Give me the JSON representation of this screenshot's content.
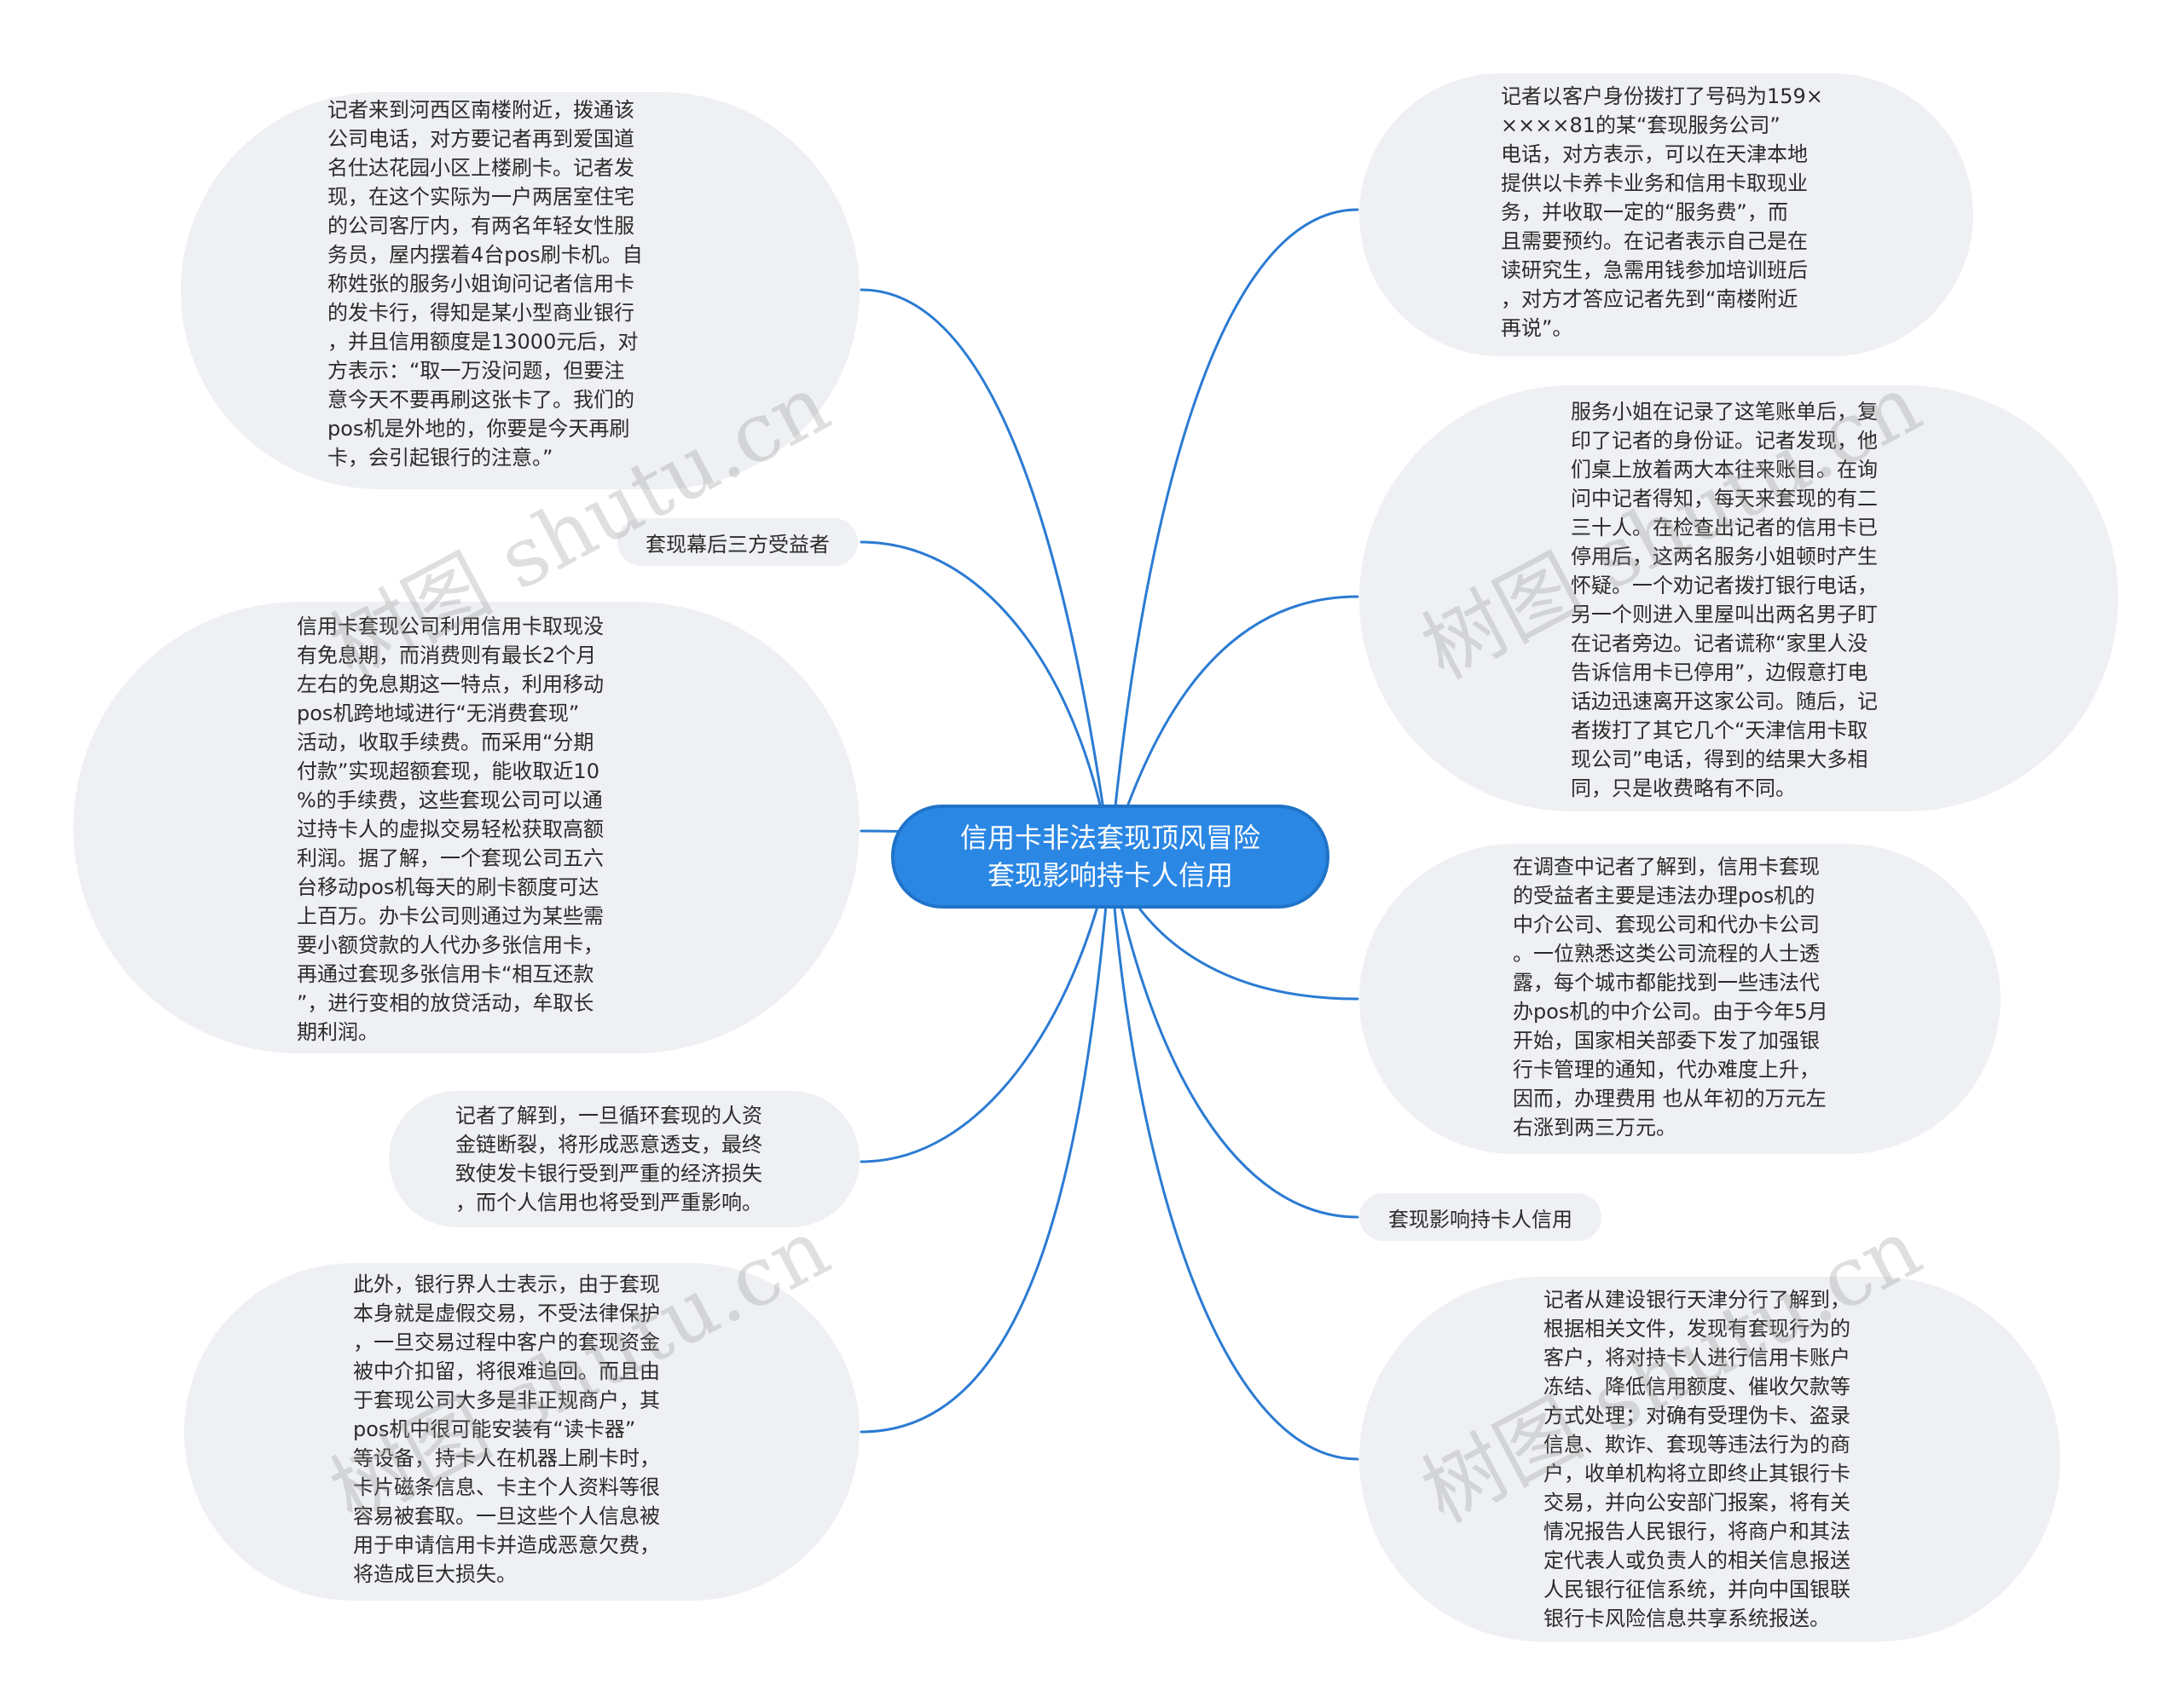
{
  "root": {
    "line1": "信用卡非法套现顶风冒险",
    "line2": "套现影响持卡人信用"
  },
  "labels": {
    "left_label": "套现幕后三方受益者",
    "right_label": "套现影响持卡人信用"
  },
  "nodes": {
    "left_top": "记者来到河西区南楼附近，拨通该\n公司电话，对方要记者再到爱国道\n名仕达花园小区上楼刷卡。记者发\n现，在这个实际为一户两居室住宅\n的公司客厅内，有两名年轻女性服\n务员，屋内摆着4台pos刷卡机。自\n称姓张的服务小姐询问记者信用卡\n的发卡行，得知是某小型商业银行\n，并且信用额度是13000元后，对\n方表示：“取一万没问题，但要注\n意今天不要再刷这张卡了。我们的\npos机是外地的，你要是今天再刷\n卡，会引起银行的注意。”",
    "left_mid": "信用卡套现公司利用信用卡取现没\n有免息期，而消费则有最长2个月\n左右的免息期这一特点，利用移动\npos机跨地域进行“无消费套现”\n活动，收取手续费。而采用“分期\n付款”实现超额套现，能收取近10\n%的手续费，这些套现公司可以通\n过持卡人的虚拟交易轻松获取高额\n利润。据了解，一个套现公司五六\n台移动pos机每天的刷卡额度可达\n上百万。办卡公司则通过为某些需\n要小额贷款的人代办多张信用卡，\n再通过套现多张信用卡“相互还款\n”，进行变相的放贷活动，牟取长\n期利润。",
    "left_small": "记者了解到，一旦循环套现的人资\n金链断裂，将形成恶意透支，最终\n致使发卡银行受到严重的经济损失\n，而个人信用也将受到严重影响。",
    "left_bottom": "此外，银行界人士表示，由于套现\n本身就是虚假交易，不受法律保护\n，一旦交易过程中客户的套现资金\n被中介扣留，将很难追回。而且由\n于套现公司大多是非正规商户，其\npos机中很可能安装有“读卡器”\n等设备，持卡人在机器上刷卡时，\n卡片磁条信息、卡主个人资料等很\n容易被套取。一旦这些个人信息被\n用于申请信用卡并造成恶意欠费，\n将造成巨大损失。",
    "right_top": "记者以客户身份拨打了号码为159×\n××××81的某“套现服务公司”\n电话，对方表示，可以在天津本地\n提供以卡养卡业务和信用卡取现业\n务，并收取一定的“服务费”，而\n且需要预约。在记者表示自己是在\n读研究生，急需用钱参加培训班后\n，对方才答应记者先到“南楼附近\n再说”。",
    "right_mid": "服务小姐在记录了这笔账单后，复\n印了记者的身份证。记者发现，他\n们桌上放着两大本往来账目。在询\n问中记者得知，每天来套现的有二\n三十人。在检查出记者的信用卡已\n停用后，这两名服务小姐顿时产生\n怀疑。一个劝记者拨打银行电话，\n另一个则进入里屋叫出两名男子盯\n在记者旁边。记者谎称“家里人没\n告诉信用卡已停用”，边假意打电\n话边迅速离开这家公司。随后，记\n者拨打了其它几个“天津信用卡取\n现公司”电话，得到的结果大多相\n同，只是收费略有不同。",
    "right_lower": "在调查中记者了解到，信用卡套现\n的受益者主要是违法办理pos机的\n中介公司、套现公司和代办卡公司\n。一位熟悉这类公司流程的人士透\n露，每个城市都能找到一些违法代\n办pos机的中介公司。由于今年5月\n开始，国家相关部委下发了加强银\n行卡管理的通知，代办难度上升，\n因而，办理费用 也从年初的万元左\n右涨到两三万元。",
    "right_bottom": "记者从建设银行天津分行了解到，\n根据相关文件，发现有套现行为的\n客户，将对持卡人进行信用卡账户\n冻结、降低信用额度、催收欠款等\n方式处理；对确有受理伪卡、盗录\n信息、欺诈、套现等违法行为的商\n户，收单机构将立即终止其银行卡\n交易，并向公安部门报案，将有关\n情况报告人民银行，将商户和其法\n定代表人或负责人的相关信息报送\n人民银行征信系统，并向中国银联\n银行卡风险信息共享系统报送。"
  },
  "watermark": "树图 shutu.cn",
  "colors": {
    "root_fill": "#2b87e4",
    "connector": "#2b7bd3",
    "bubble": "#eef0f3"
  }
}
